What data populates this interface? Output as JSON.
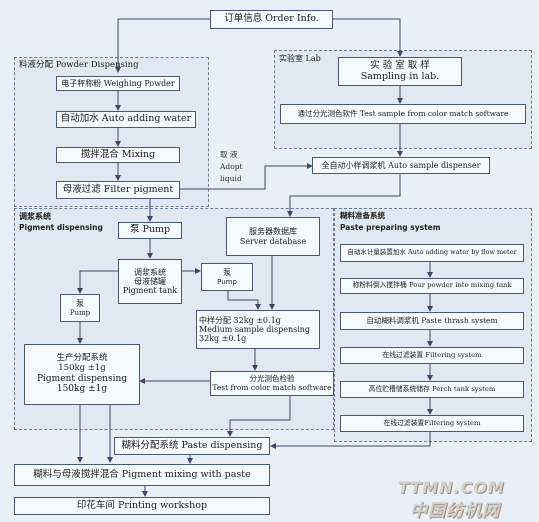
{
  "title": "订单信息 Order Info.",
  "regions": {
    "powder": "料液分配 Powder Dispensing",
    "lab": "实验室 Lab",
    "pigment_cn": "调浆系统",
    "pigment_en": "Pigment  dispensing",
    "paste_cn": "糊料准备系统",
    "paste_en": "Paste preparing system"
  },
  "powder_steps": [
    "电子秤称粉 Weighing Powder",
    "自动加水 Auto adding water",
    "搅拌混合 Mixing",
    "母液过滤 Filter pigment"
  ],
  "lab": {
    "sampling_cn": "实 验 室 取 样",
    "sampling_en": "Sampling in lab.",
    "software": "通过分光测色软件 Test sample from color match software",
    "dispenser": "全自动小样调浆机 Auto sample dispenser"
  },
  "adopt_liquid": [
    "取  液",
    "Adopt",
    "liquid"
  ],
  "pigment": {
    "pump1": "泵 Pump",
    "tank_cn1": "调浆系统",
    "tank_cn2": "母液储罐",
    "tank_en": "Pigment tank",
    "pump2_cn": "泵",
    "pump2_en": "Pump",
    "pump3_cn": "泵",
    "pump3_en": "Pump",
    "server_cn": "服务器数据库",
    "server_en": "Server database",
    "medium_1": "中样分配 32kg  ±0.1g",
    "medium_2": "Medium sample dispensing",
    "medium_3": "32kg  ±0.1g",
    "prod_1": "生产分配系统",
    "prod_2": "150kg  ±1g",
    "prod_3": "Pigment dispensing",
    "prod_4": "150kg  ±1g",
    "test_1": "分光测色检验",
    "test_2": "Test from color match software"
  },
  "paste_steps": [
    "自动水计量装置加水 Auto adding water by flow meter",
    "称粉料倒入搅拌桶 Pour powder into mixing tank",
    "自动糊料调浆机 Paste thrash system",
    "在线过滤装置 Filtering system",
    "高位贮槽储系统储存 Perch tank system",
    "在线过滤装置Filtering system"
  ],
  "bottom": {
    "paste_dispensing": "糊料分配系统 Paste dispensing",
    "mixing": "糊料与母液搅拌混合 Pigment mixing with paste",
    "workshop": "印花车间 Printing workshop"
  },
  "watermark": {
    "line1": "TTMN.COM",
    "line2": "中国纺机网"
  }
}
